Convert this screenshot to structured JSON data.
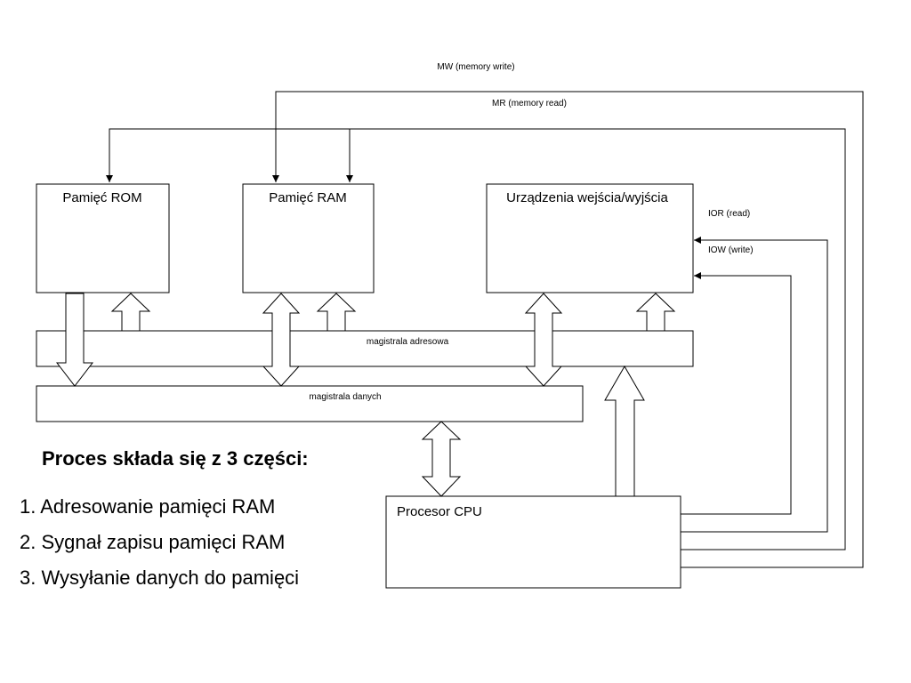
{
  "diagram": {
    "blocks": {
      "rom": "Pamięć ROM",
      "ram": "Pamięć RAM",
      "io": "Urządzenia wejścia/wyjścia",
      "cpu": "Procesor CPU"
    },
    "buses": {
      "address": "magistrala adresowa",
      "data": "magistrala danych"
    },
    "signals": {
      "mw": "MW (memory write)",
      "mr": "MR (memory read)",
      "ior": "IOR (read)",
      "iow": "IOW (write)"
    }
  },
  "text": {
    "heading": "Proces składa się z 3 części:",
    "steps": [
      "1. Adresowanie pamięci RAM",
      "2. Sygnał zapisu pamięci RAM",
      "3. Wysyłanie danych do pamięci"
    ]
  }
}
